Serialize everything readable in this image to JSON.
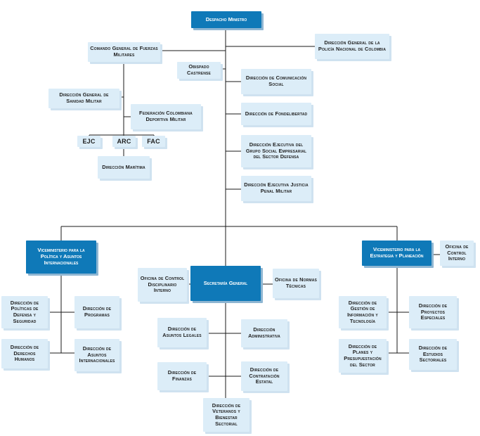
{
  "nodes": {
    "despacho": "Despacho Ministro",
    "comando": "Comando General de Fuerzas Militares",
    "policia": "Dirección General de la Policía Nacional de Colombia",
    "obispado": "Obispado Castrense",
    "comunicacion": "Dirección de Comunicación Social",
    "sanidad": "Dirección General de Sanidad Militar",
    "federacion": "Federación Colombiana Deportiva Militar",
    "fondelibertad": "Dirección de Fondelibertad",
    "ejc": "EJC",
    "arc": "ARC",
    "fac": "FAC",
    "gse": "Dirección Ejecutiva del Grupo Social Empresarial del Sector Defensa",
    "maritima": "Dirección Marítima",
    "justicia": "Dirección Ejecutiva Justicia Penal Militar",
    "vicePolitica": "Viceministerio para la Política y Asuntos Internacionales",
    "viceEstrategia": "Viceministerio para la Estrategia y Planeación",
    "controlInterno": "Oficina de Control Interno",
    "disciplinario": "Oficina de Control Disciplinario Interno",
    "secretaria": "Secretaría General",
    "normas": "Oficina de Normas Técnicas",
    "politicasDefensa": "Dirección de Políticas de Defensa y Seguridad",
    "programas": "Dirección de Programas",
    "gestionInfo": "Dirección de Gestión de Información y Tecnología",
    "proyectos": "Dirección de Proyectos Especiales",
    "asuntosLegales": "Dirección de Asuntos Legales",
    "administrativa": "Dirección Administrativa",
    "derechosHumanos": "Dirección de Derechos Humanos",
    "asuntosInternacionales": "Dirección de Asuntos Internacionales",
    "planes": "Dirección de Planes y Presupuestación del Sector",
    "estudios": "Dirección de Estudios Sectoriales",
    "finanzas": "Dirección de Finanzas",
    "contratacion": "Dirección de Contratación Estatal",
    "veteranos": "Dirección de Veteranos y Bienestar Sectorial"
  },
  "colors": {
    "dark_box": "#0f79b8",
    "light_box": "#dcedf8",
    "line": "#1a1a1a"
  }
}
